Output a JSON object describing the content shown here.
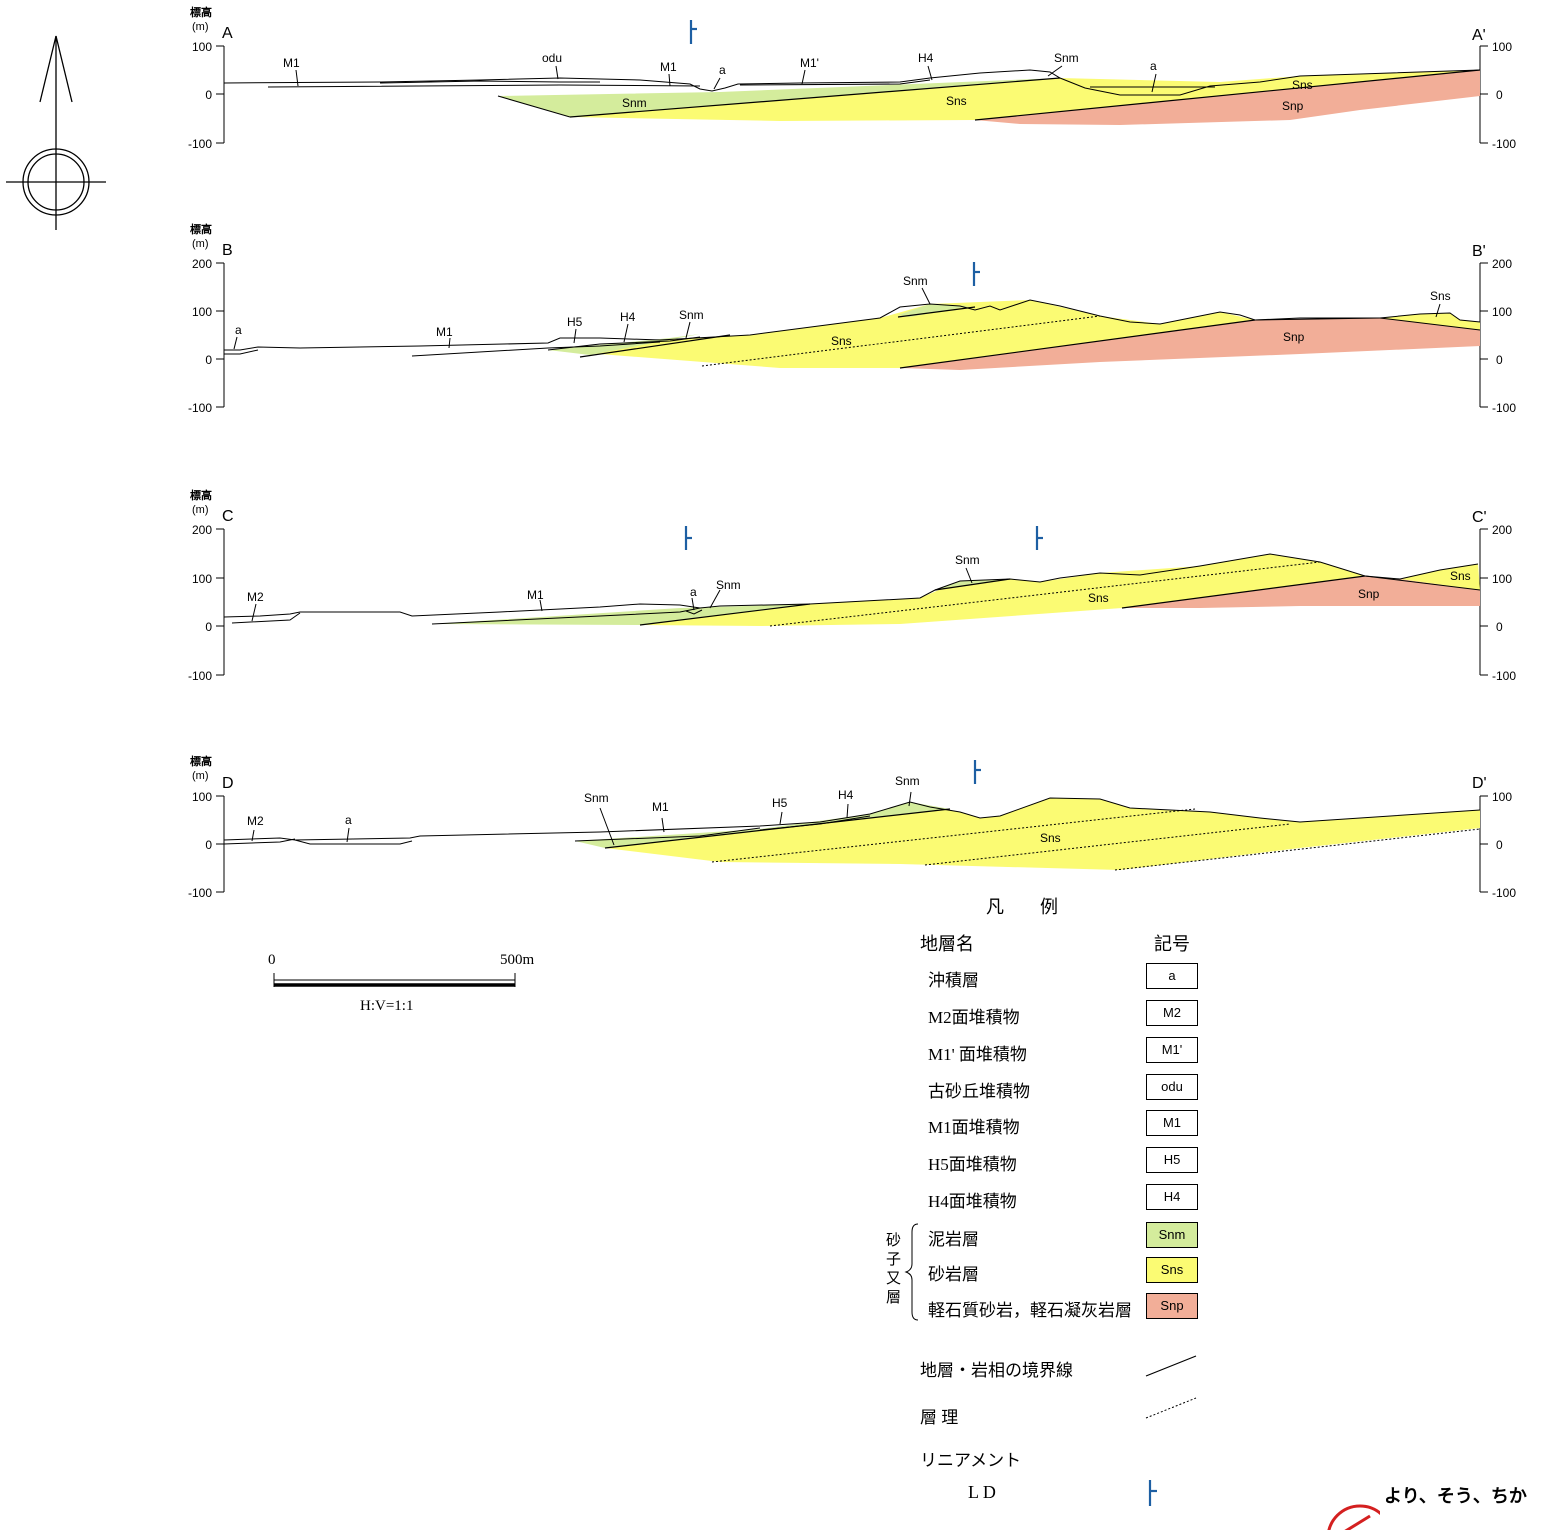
{
  "axis": {
    "y_title_line1": "標高",
    "y_title_line2": "(m)"
  },
  "sections": [
    {
      "id": "A",
      "left_label": "A",
      "right_label": "A'",
      "ticks": [
        "100",
        "0",
        "-100"
      ],
      "right_ticks": [
        "100",
        "0",
        "-100"
      ],
      "labels": [
        "M1",
        "odu",
        "M1",
        "a",
        "M1'",
        "H4",
        "Snm",
        "a",
        "Sns",
        "Snm",
        "Sns",
        "Snp"
      ]
    },
    {
      "id": "B",
      "left_label": "B",
      "right_label": "B'",
      "ticks": [
        "200",
        "100",
        "0",
        "-100"
      ],
      "right_ticks": [
        "200",
        "100",
        "0",
        "-100"
      ],
      "labels": [
        "a",
        "M1",
        "H5",
        "H4",
        "Snm",
        "Snm",
        "Sns",
        "Sns",
        "Snp"
      ]
    },
    {
      "id": "C",
      "left_label": "C",
      "right_label": "C'",
      "ticks": [
        "200",
        "100",
        "0",
        "-100"
      ],
      "right_ticks": [
        "200",
        "100",
        "0",
        "-100"
      ],
      "labels": [
        "M2",
        "M1",
        "a",
        "Snm",
        "Snm",
        "Sns",
        "Sns",
        "Snp"
      ]
    },
    {
      "id": "D",
      "left_label": "D",
      "right_label": "D'",
      "ticks": [
        "100",
        "0",
        "-100"
      ],
      "right_ticks": [
        "100",
        "0",
        "-100"
      ],
      "labels": [
        "M2",
        "a",
        "Snm",
        "M1",
        "H5",
        "H4",
        "Snm",
        "Sns"
      ]
    }
  ],
  "scale_bar": {
    "zero": "0",
    "end": "500m",
    "ratio": "H:V=1:1"
  },
  "legend": {
    "title": "凡　　例",
    "col_name": "地層名",
    "col_symbol": "記号",
    "group_label": "砂\n子\n又\n層",
    "rows": [
      {
        "name": "沖積層",
        "symbol": "a",
        "fill": "#ffffff"
      },
      {
        "name": "M2面堆積物",
        "symbol": "M2",
        "fill": "#ffffff"
      },
      {
        "name": "M1' 面堆積物",
        "symbol": "M1'",
        "fill": "#ffffff"
      },
      {
        "name": "古砂丘堆積物",
        "symbol": "odu",
        "fill": "#ffffff"
      },
      {
        "name": "M1面堆積物",
        "symbol": "M1",
        "fill": "#ffffff"
      },
      {
        "name": "H5面堆積物",
        "symbol": "H5",
        "fill": "#ffffff"
      },
      {
        "name": "H4面堆積物",
        "symbol": "H4",
        "fill": "#ffffff"
      },
      {
        "name": "泥岩層",
        "symbol": "Snm",
        "fill": "#d4ec9c"
      },
      {
        "name": "砂岩層",
        "symbol": "Sns",
        "fill": "#fbfb73"
      },
      {
        "name": "軽石質砂岩，軽石凝灰岩層",
        "symbol": "Snp",
        "fill": "#f2ae98"
      }
    ],
    "line_rows": [
      {
        "name": "地層・岩相の境界線"
      },
      {
        "name": "層 理"
      }
    ],
    "lineament_title": "リニアメント",
    "lineament_sub": "L D"
  },
  "watermark_text": "より、そう、ちか",
  "colors": {
    "snm": "#d4ec9c",
    "sns": "#fbfb73",
    "snp": "#f2ae98",
    "lineament": "#1d5fa3",
    "watermark": "#d42020"
  }
}
